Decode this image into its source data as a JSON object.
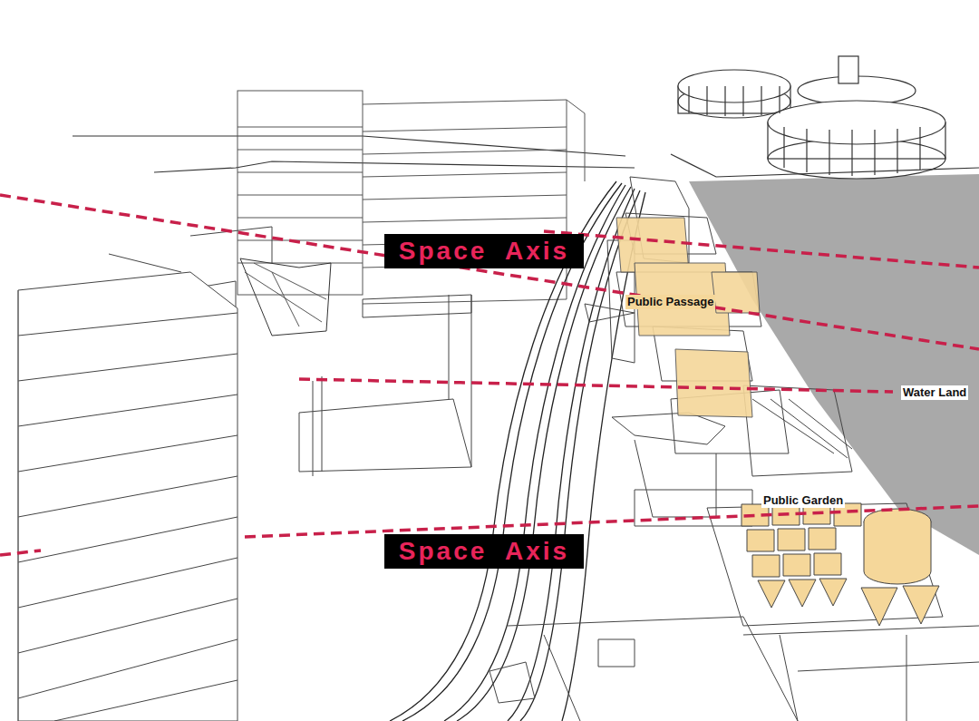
{
  "diagram": {
    "nodes": [
      {
        "text": [
          "Space Axis"
        ]
      },
      {
        "text": [
          "Space Axis"
        ]
      }
    ],
    "labels": [
      "Public Passage",
      "Water Land",
      "Public Garden"
    ]
  }
}
